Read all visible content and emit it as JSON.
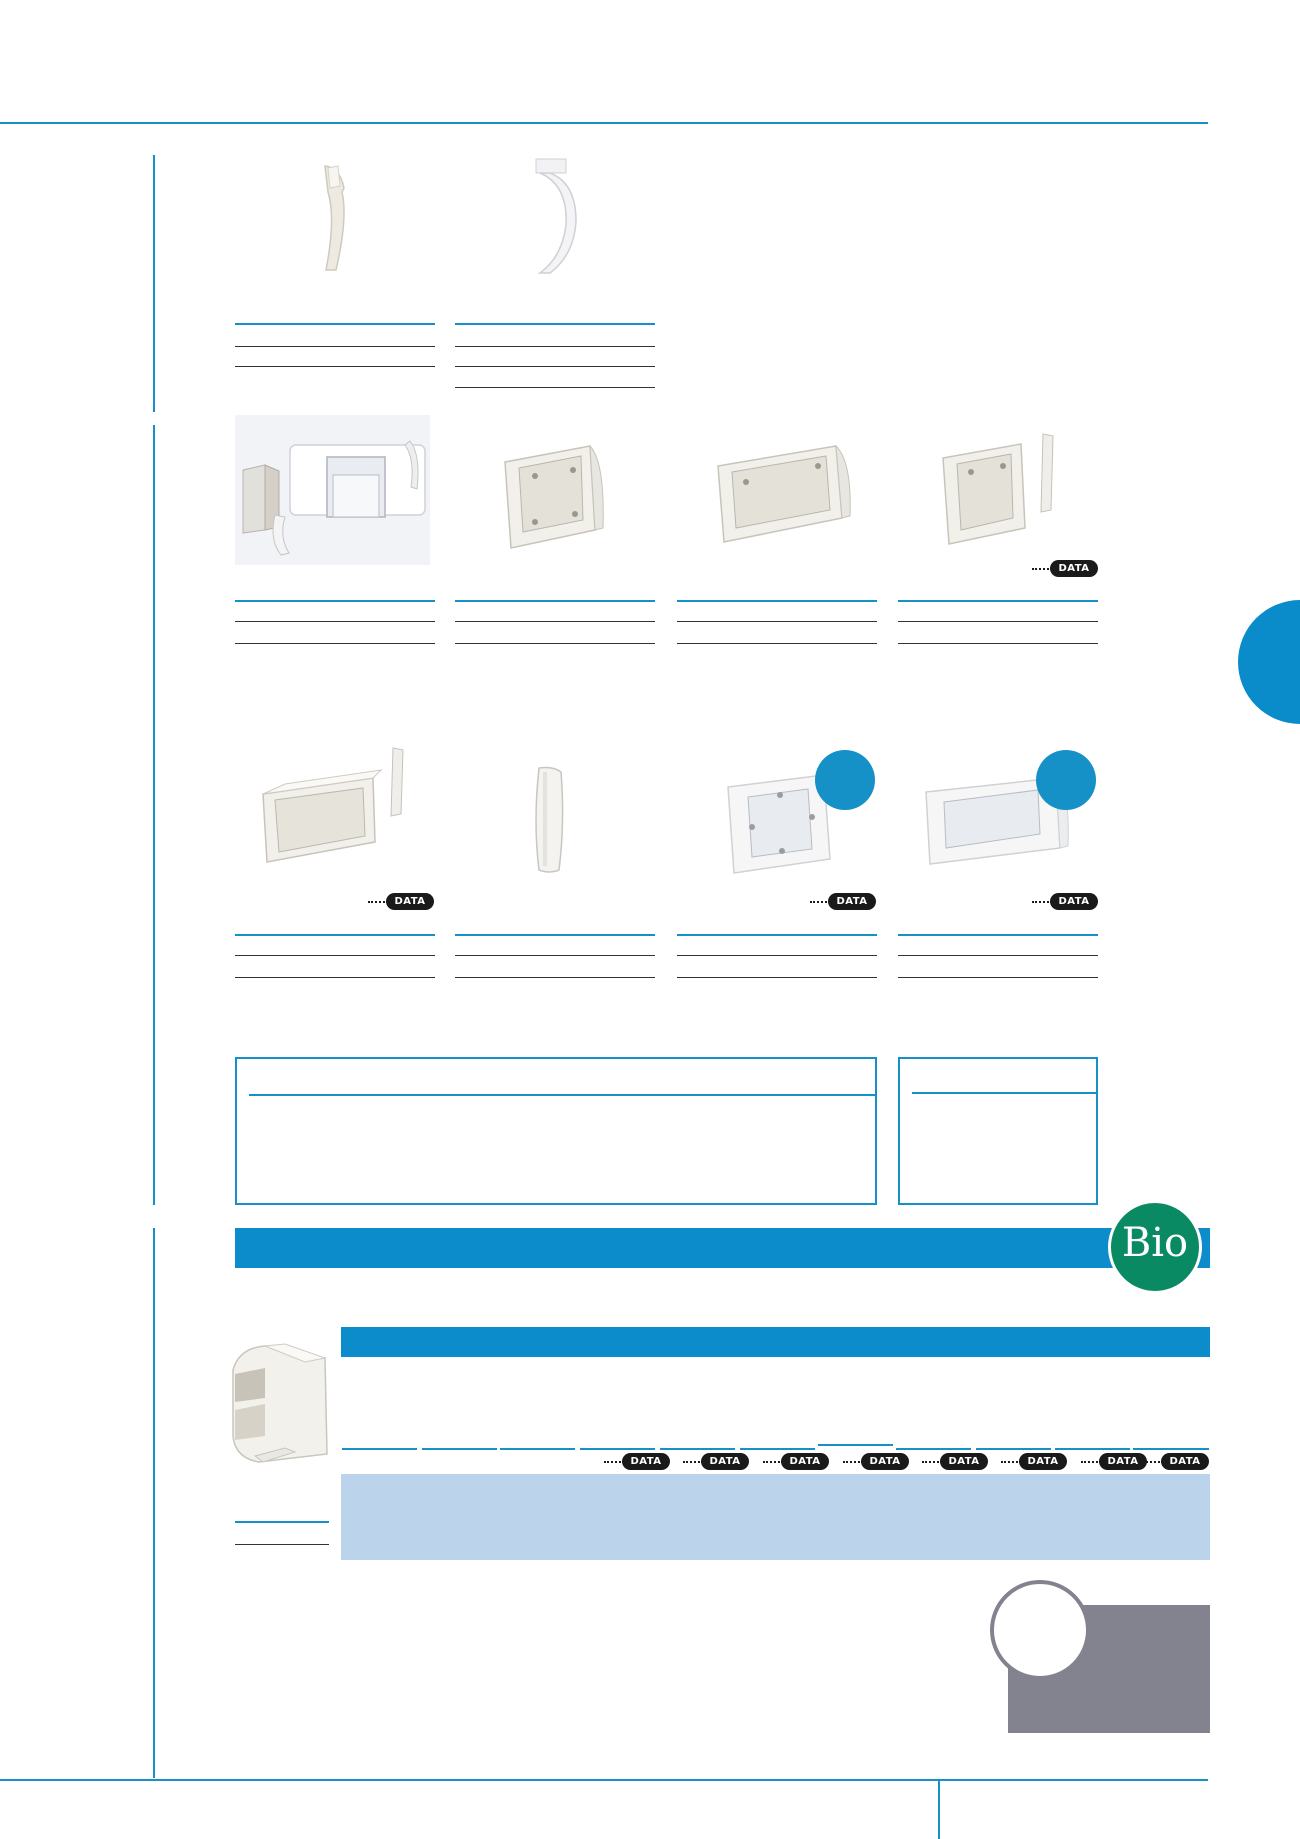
{
  "page": {
    "brand_color": "#1591c8",
    "light_blue": "#bcd3ec",
    "grey_panel": "#83838f",
    "bio_color": "#0a8a63"
  },
  "badges": {
    "data_label": "DATA"
  },
  "bio_logo": {
    "text": "Bio"
  },
  "icons": {
    "data_badge": "data-badge-icon",
    "section_tab": "section-tab-circle",
    "bio_badge": "bio-logo-icon"
  }
}
